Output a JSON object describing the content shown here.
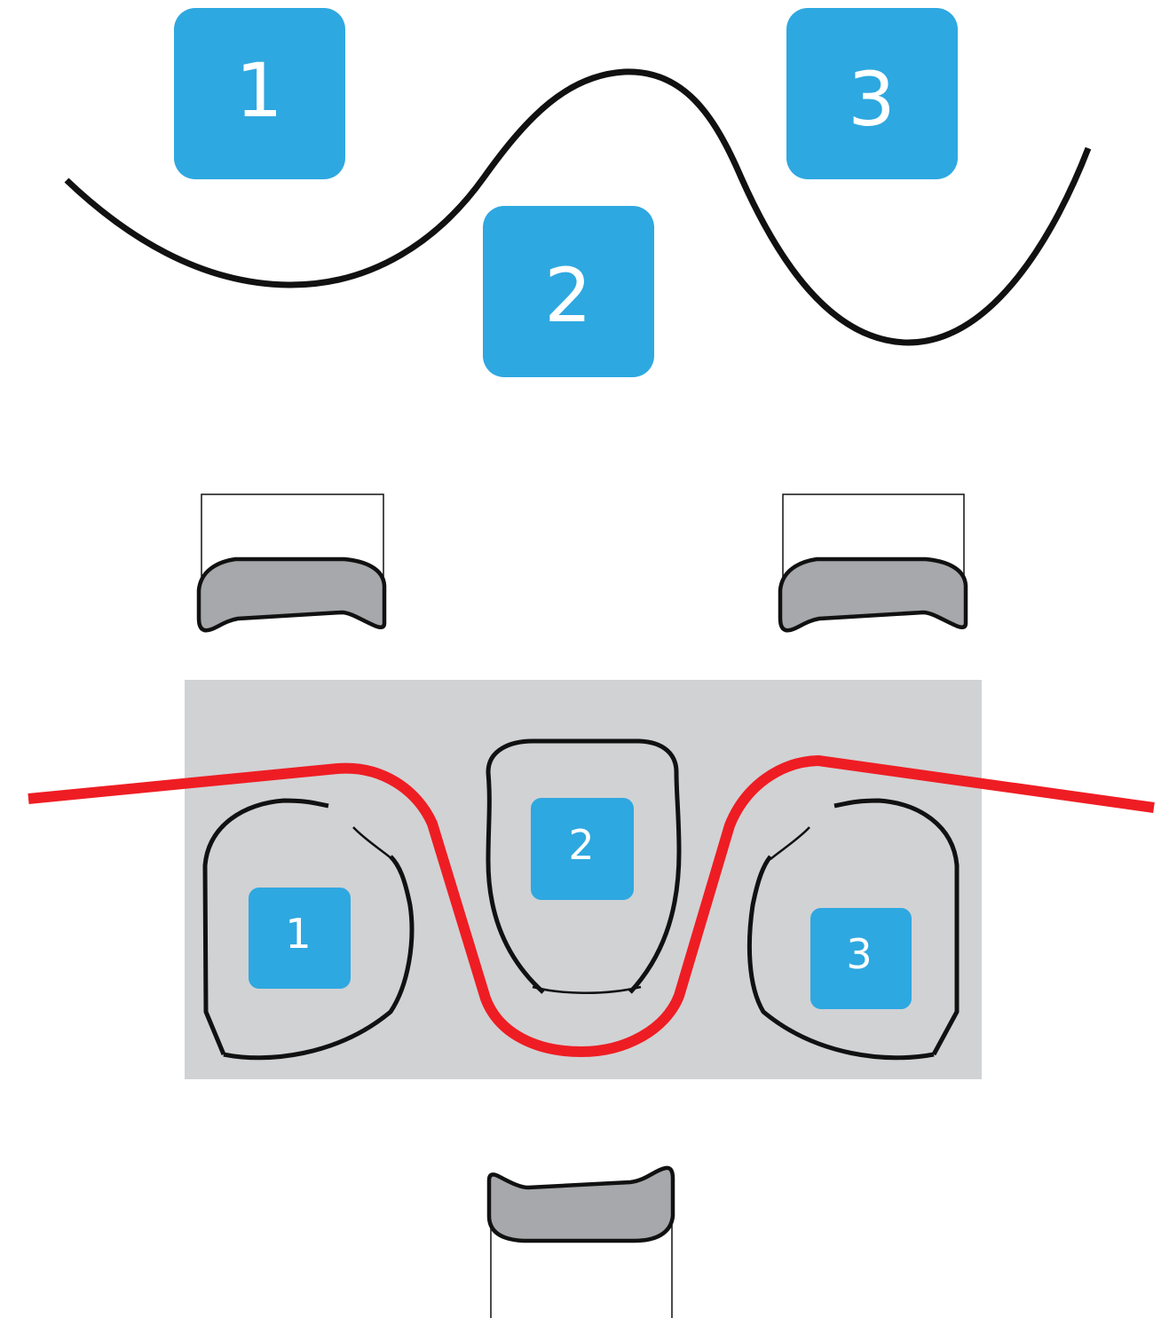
{
  "colors": {
    "badge": "#2ea8e0",
    "badge_text": "#ffffff",
    "wave": "#111111",
    "thread": "#ee1d23",
    "panel": "#d1d2d4",
    "part_fill": "#a6a8ab",
    "outline": "#111111"
  },
  "top_wave": {
    "labels": [
      "1",
      "2",
      "3"
    ]
  },
  "assembly": {
    "labels": [
      "1",
      "2",
      "3"
    ]
  }
}
